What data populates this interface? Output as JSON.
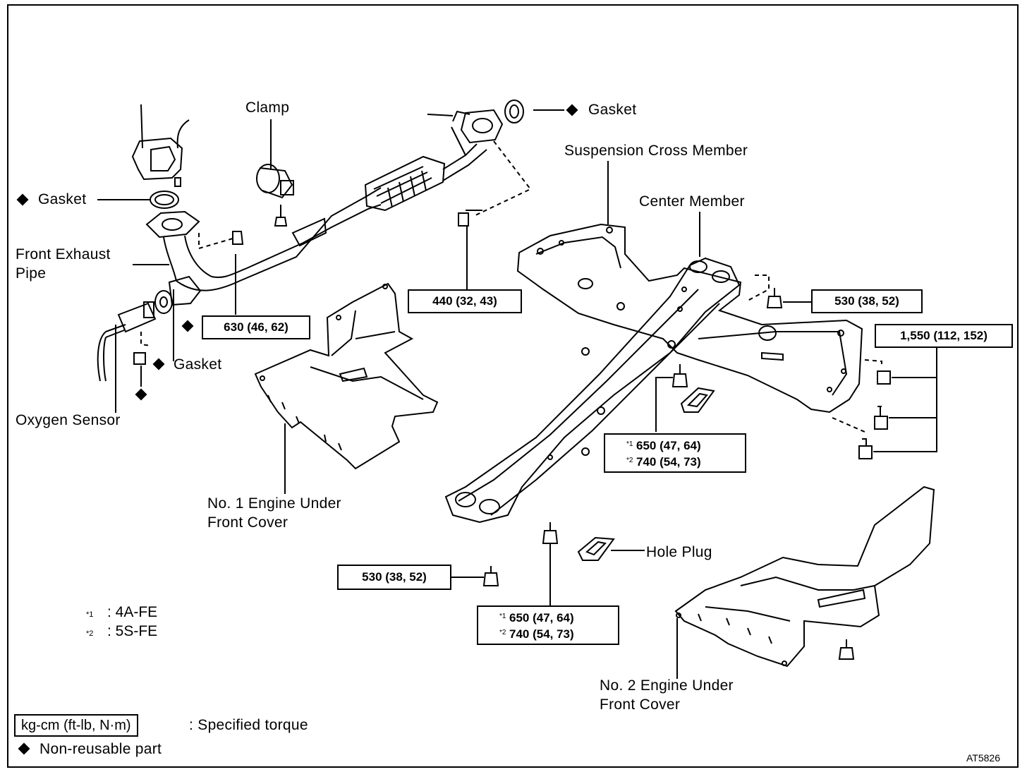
{
  "labels": {
    "clamp": "Clamp",
    "gasket_top": "Gasket",
    "gasket_left": "Gasket",
    "gasket_mid": "Gasket",
    "suspension_cross_member": "Suspension Cross Member",
    "center_member": "Center Member",
    "front_exhaust_pipe_1": "Front Exhaust",
    "front_exhaust_pipe_2": "Pipe",
    "oxygen_sensor": "Oxygen Sensor",
    "engine_cover1_1": "No. 1 Engine Under",
    "engine_cover1_2": "Front Cover",
    "engine_cover2_1": "No. 2 Engine Under",
    "engine_cover2_2": "Front Cover",
    "hole_plug": "Hole Plug"
  },
  "torques": {
    "t630": "630 (46, 62)",
    "t440": "440 (32, 43)",
    "t530_right": "530 (38, 52)",
    "t1550": "1,550 (112, 152)",
    "t650_mid_mark": "*1",
    "t650_mid": "650 (47, 64)",
    "t740_mid_mark": "*2",
    "t740_mid": "740 (54, 73)",
    "t530_bottom": "530 (38, 52)",
    "t650_bot_mark": "*1",
    "t650_bot": "650 (47, 64)",
    "t740_bot_mark": "*2",
    "t740_bot": "740 (54, 73)"
  },
  "footnotes": {
    "f1_mark": "*1",
    "f1_text": ":  4A-FE",
    "f2_mark": "*2",
    "f2_text": ":  5S-FE"
  },
  "legend": {
    "torque_unit": "kg-cm (ft-lb, N·m)",
    "torque_desc": ":  Specified torque",
    "nonreusable": "Non-reusable part"
  },
  "figure_code": "AT5826"
}
